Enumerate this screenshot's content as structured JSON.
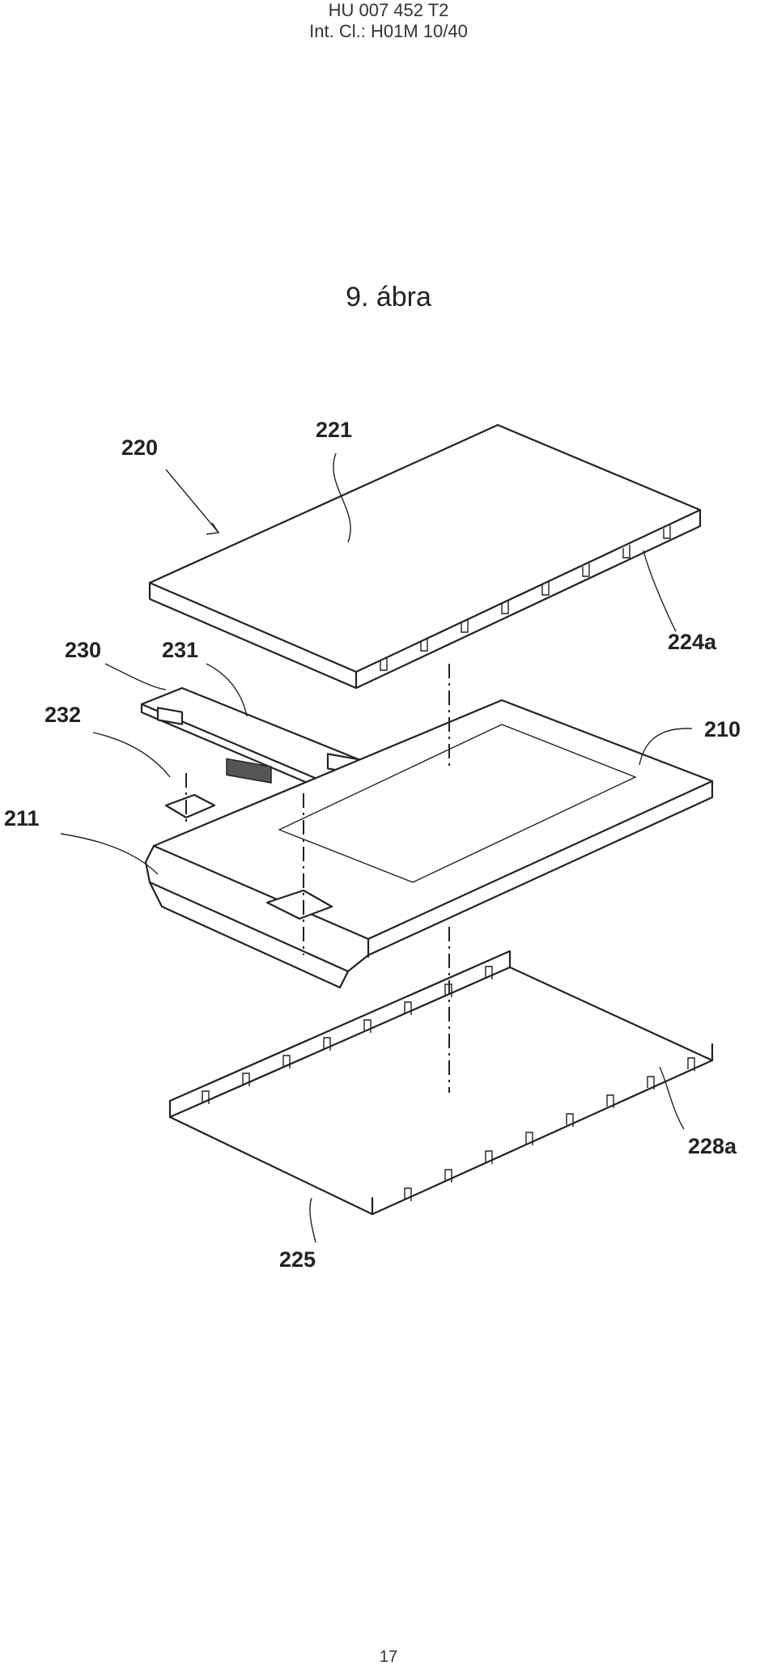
{
  "header": {
    "doc_number": "HU 007 452 T2",
    "classification": "Int. Cl.: H01M 10/40"
  },
  "figure": {
    "title": "9. ábra",
    "labels": {
      "l220": "220",
      "l221": "221",
      "l224a": "224a",
      "l230": "230",
      "l231": "231",
      "l232": "232",
      "l210": "210",
      "l211": "211",
      "l228a": "228a",
      "l225": "225"
    }
  },
  "footer": {
    "page_number": "17"
  }
}
